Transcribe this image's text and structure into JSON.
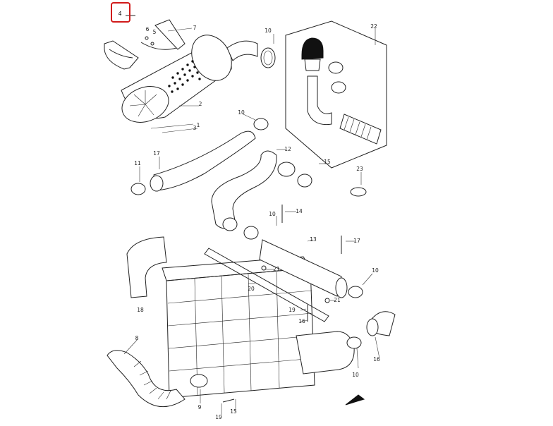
{
  "diagram": {
    "title": "",
    "highlight": {
      "label": "4",
      "color": "#d11a1a"
    },
    "labels": [
      "4",
      "6",
      "5",
      "7",
      "10",
      "22",
      "2",
      "3",
      "1",
      "10",
      "17",
      "12",
      "11",
      "15",
      "23",
      "10",
      "14",
      "13",
      "17",
      "21",
      "20",
      "10",
      "18",
      "19",
      "16",
      "21",
      "8",
      "10",
      "16",
      "9",
      "15",
      "19"
    ]
  },
  "direction_icon": "front-arrow-icon"
}
